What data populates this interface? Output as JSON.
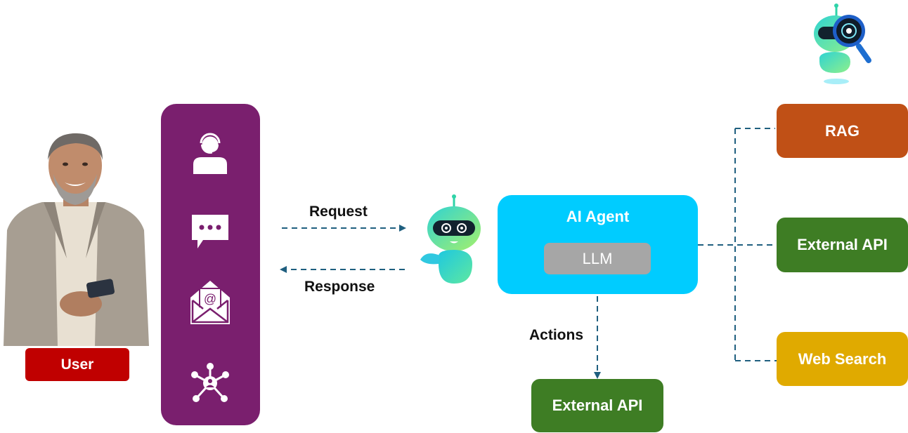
{
  "diagram": {
    "title": "AI Agent architecture",
    "user": {
      "label": "User",
      "color": "#C00000"
    },
    "channels": {
      "color": "#7A1F6E",
      "items": [
        {
          "icon": "support-agent-icon"
        },
        {
          "icon": "chat-bubble-icon"
        },
        {
          "icon": "email-icon"
        },
        {
          "icon": "network-icon"
        }
      ]
    },
    "flows": {
      "request": "Request",
      "response": "Response",
      "actions": "Actions",
      "arrow_color": "#1F5F7F"
    },
    "agent": {
      "title": "AI Agent",
      "inner": "LLM",
      "color": "#00CCFF",
      "inner_color": "#A6A6A6"
    },
    "tools": [
      {
        "label": "RAG",
        "color": "#C05016"
      },
      {
        "label": "External API",
        "color": "#3E7D24"
      },
      {
        "label": "Web Search",
        "color": "#E0AA00"
      }
    ],
    "action_target": {
      "label": "External API",
      "color": "#3E7D24"
    }
  }
}
